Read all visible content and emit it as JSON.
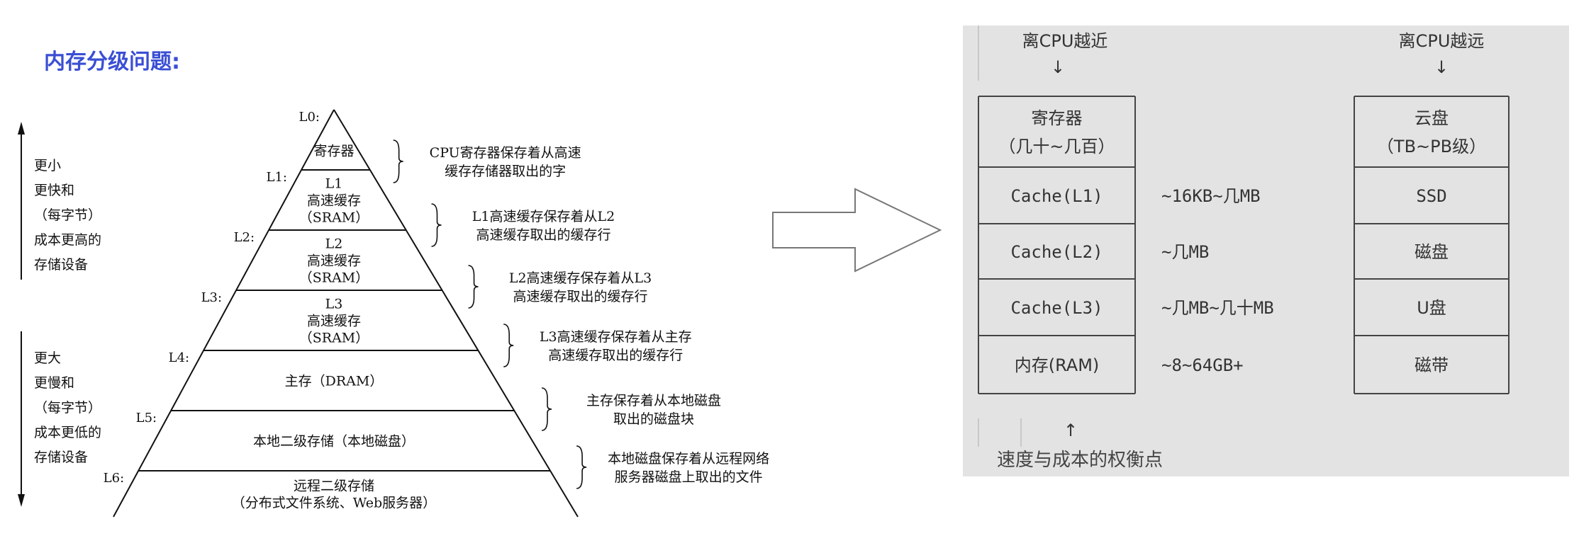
{
  "title": "内存分级问题:",
  "pyramid": {
    "top_side": [
      "更小",
      "更快和",
      "（每字节）",
      "成本更高的",
      "存储设备"
    ],
    "bottom_side": [
      "更大",
      "更慢和",
      "（每字节）",
      "成本更低的",
      "存储设备"
    ],
    "levels": [
      {
        "id": "L0:",
        "lines": [
          "寄存器"
        ],
        "desc": [
          "CPU寄存器保存着从高速",
          "缓存存储器取出的字"
        ]
      },
      {
        "id": "L1:",
        "lines": [
          "L1",
          "高速缓存",
          "（SRAM）"
        ],
        "desc": [
          "L1高速缓存保存着从L2",
          "高速缓存取出的缓存行"
        ]
      },
      {
        "id": "L2:",
        "lines": [
          "L2",
          "高速缓存",
          "（SRAM）"
        ],
        "desc": [
          "L2高速缓存保存着从L3",
          "高速缓存取出的缓存行"
        ]
      },
      {
        "id": "L3:",
        "lines": [
          "L3",
          "高速缓存",
          "（SRAM）"
        ],
        "desc": [
          "L3高速缓存保存着从主存",
          "高速缓存取出的缓存行"
        ]
      },
      {
        "id": "L4:",
        "lines": [
          "主存（DRAM）"
        ],
        "desc": [
          "主存保存着从本地磁盘",
          "取出的磁盘块"
        ]
      },
      {
        "id": "L5:",
        "lines": [
          "本地二级存储（本地磁盘）"
        ],
        "desc": [
          "本地磁盘保存着从远程网络",
          "服务器磁盘上取出的文件"
        ]
      },
      {
        "id": "L6:",
        "lines": [
          "远程二级存储",
          "（分布式文件系统、Web服务器）"
        ],
        "desc": []
      }
    ]
  },
  "panel": {
    "near_label": "离CPU越近",
    "far_label": "离CPU越远",
    "arrow_down": "↓",
    "arrow_up": "↑",
    "left_boxes": [
      {
        "lines": [
          "寄存器",
          "（几十~几百）"
        ]
      },
      {
        "lines": [
          "Cache(L1)"
        ]
      },
      {
        "lines": [
          "Cache(L2)"
        ]
      },
      {
        "lines": [
          "Cache(L3)"
        ]
      },
      {
        "lines": [
          "内存(RAM)"
        ]
      }
    ],
    "sizes": [
      "",
      "~16KB~几MB",
      "~几MB",
      "~几MB~几十MB",
      "~8~64GB+"
    ],
    "right_boxes": [
      {
        "lines": [
          "云盘",
          "（TB~PB级）"
        ]
      },
      {
        "lines": [
          "SSD"
        ]
      },
      {
        "lines": [
          "磁盘"
        ]
      },
      {
        "lines": [
          "U盘"
        ]
      },
      {
        "lines": [
          "磁带"
        ]
      }
    ],
    "tradeoff": "速度与成本的权衡点"
  }
}
